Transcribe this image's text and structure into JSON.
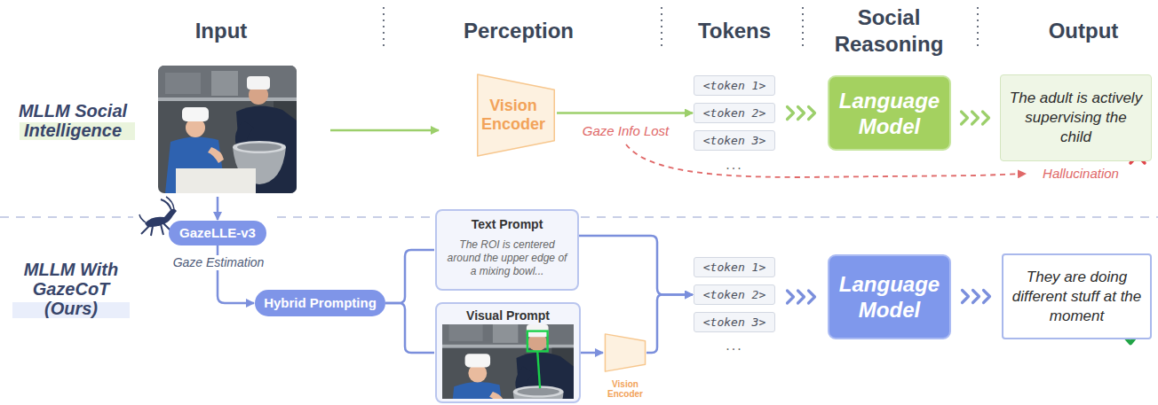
{
  "diagram": {
    "nodes": [
      {
        "text": [
          "Vision Encoder"
        ]
      },
      {
        "text": [
          "<token 1>"
        ]
      },
      {
        "text": [
          "<token 2>"
        ]
      },
      {
        "text": [
          "<token 3>"
        ]
      },
      {
        "text": [
          "Language Model"
        ]
      },
      {
        "text": [
          "The adult is actively supervising the child"
        ]
      },
      {
        "text": [
          "GazeLLE-v3"
        ]
      },
      {
        "text": [
          "Hybrid Prompting"
        ]
      },
      {
        "text": [
          "Text Prompt",
          "The ROI is centered around the upper edge of a mixing bowl..."
        ]
      },
      {
        "text": [
          "Visual Prompt"
        ]
      },
      {
        "text": [
          "Vision Encoder"
        ]
      },
      {
        "text": [
          "<token 1>"
        ]
      },
      {
        "text": [
          "<token 2>"
        ]
      },
      {
        "text": [
          "<token 3>"
        ]
      },
      {
        "text": [
          "Language Model"
        ]
      },
      {
        "text": [
          "They are doing different stuff at the moment"
        ]
      }
    ],
    "edges": [
      {
        "from": 0,
        "to": 2,
        "arrow": "to"
      },
      {
        "from": 2,
        "to": 4,
        "arrow": "to"
      },
      {
        "from": 4,
        "to": 5,
        "arrow": "to"
      },
      {
        "from": 6,
        "to": 7,
        "arrow": "to"
      },
      {
        "from": 7,
        "to": 8,
        "arrow": "none"
      },
      {
        "from": 7,
        "to": 9,
        "arrow": "none"
      },
      {
        "from": 8,
        "to": 12,
        "arrow": "to"
      },
      {
        "from": 9,
        "to": 10,
        "arrow": "to"
      },
      {
        "from": 10,
        "to": 12,
        "arrow": "to"
      },
      {
        "from": 12,
        "to": 14,
        "arrow": "to"
      },
      {
        "from": 14,
        "to": 15,
        "arrow": "to"
      }
    ],
    "labels": [
      "Input",
      "Perception",
      "Tokens",
      "Social Reasoning",
      "Output",
      "MLLM Social Intelligence",
      "Gaze Info Lost",
      "...",
      "Hallucination",
      "MLLM With GazeCoT (Ours)",
      "Gaze Estimation",
      "..."
    ]
  }
}
